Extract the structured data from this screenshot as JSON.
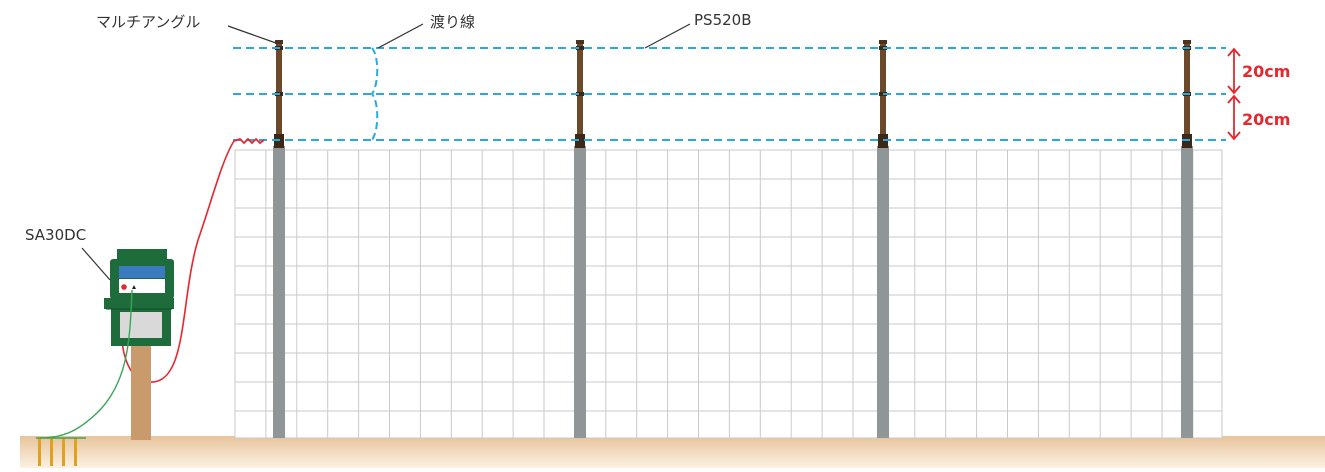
{
  "labels": {
    "multi_angle": "マルチアングル",
    "connecting_wire": "渡り線",
    "wire_product": "PS520B",
    "energizer": "SA30DC"
  },
  "dimensions": {
    "spacing_upper": "20cm",
    "spacing_lower": "20cm"
  },
  "colors": {
    "wire_dashed": "#29a9e0",
    "dimension_red": "#e8262e",
    "post_brown": "#6b4a2c",
    "post_gray": "#909598",
    "mesh_line": "#c8cacc",
    "ground": "#e9c9a1",
    "energizer_green": "#1e6b3c",
    "energizer_screen": "#3a7bbf",
    "hot_lead": "#e8262e",
    "earth_lead": "#3aa655",
    "ground_rod": "#e0a21c"
  },
  "counts": {
    "posts": 4,
    "wire_rows": 3,
    "ground_rods": 4
  }
}
